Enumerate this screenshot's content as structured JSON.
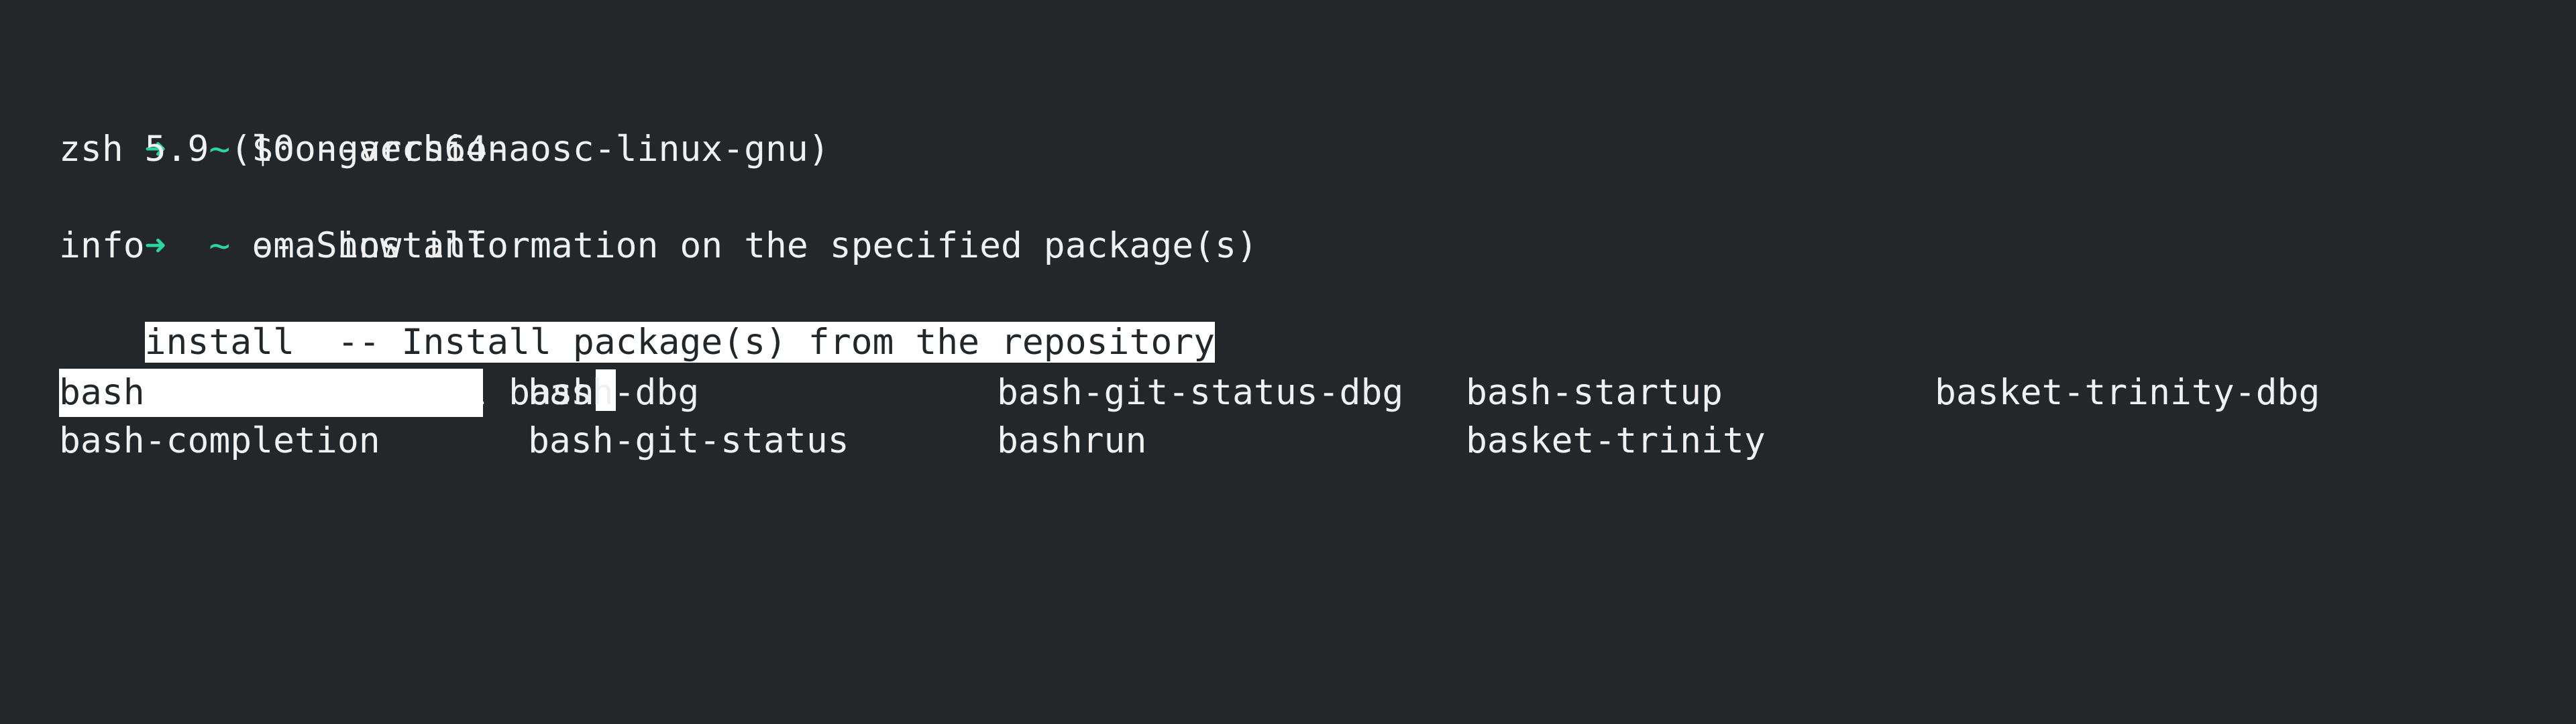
{
  "prompt": {
    "arrow": "➜",
    "tilde": "~"
  },
  "lines": {
    "cmd1": "$0 --version",
    "out1": "zsh 5.9 (loongarch64-aosc-linux-gnu)",
    "cmd2": "oma install",
    "opt_info": "info     -- Show information on the specified package(s)",
    "opt_install": "install  -- Install package(s) from the repository",
    "cmd3": "oma install bash"
  },
  "completions": [
    "bash",
    "bash-dbg",
    "bash-git-status-dbg",
    "bash-startup",
    "basket-trinity-dbg",
    "bash-completion",
    "bash-git-status",
    "bashrun",
    "basket-trinity"
  ],
  "colors": {
    "background": "#232729",
    "foreground": "#f0f0f0",
    "prompt_accent": "#2bd4a0",
    "selection": "#ffffff"
  }
}
